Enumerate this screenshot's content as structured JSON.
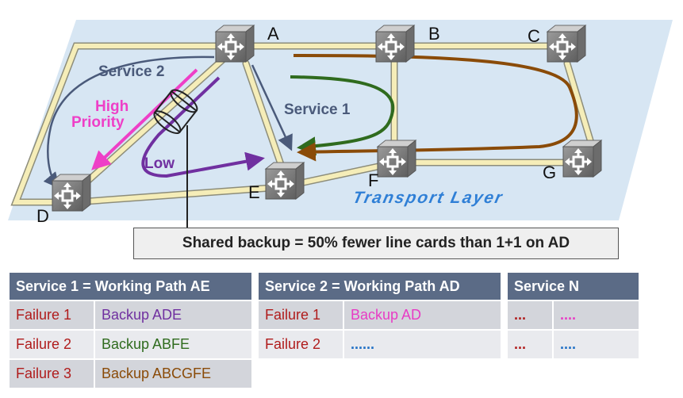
{
  "nodes": {
    "A": "A",
    "B": "B",
    "C": "C",
    "D": "D",
    "E": "E",
    "F": "F",
    "G": "G"
  },
  "layer_label": "Transport Layer",
  "labels": {
    "service2": "Service 2",
    "service1": "Service 1",
    "high_priority_line1": "High",
    "high_priority_line2": "Priority",
    "low": "Low"
  },
  "callout": "Shared backup = 50% fewer line cards than 1+1 on AD",
  "table1": {
    "header": "Service 1 = Working Path AE",
    "rows": [
      {
        "failure": "Failure 1",
        "backup": "Backup ADE"
      },
      {
        "failure": "Failure 2",
        "backup": "Backup ABFE"
      },
      {
        "failure": "Failure 3",
        "backup": "Backup ABCGFE"
      }
    ]
  },
  "table2": {
    "header": "Service 2 = Working Path AD",
    "rows": [
      {
        "failure": "Failure 1",
        "backup": "Backup AD"
      },
      {
        "failure": "Failure 2",
        "backup": "......"
      }
    ]
  },
  "table3": {
    "header": "Service N",
    "rows": [
      {
        "a": "...",
        "b": "...."
      },
      {
        "a": "...",
        "b": "...."
      }
    ]
  },
  "colors": {
    "plane": "#d7e6f3",
    "link": "#f2e7a8",
    "service1_arrow": "#4a5a7a",
    "high": "#ee3fc7",
    "low": "#7030a0",
    "green_path": "#2f6b1e",
    "brown_path": "#8a4b08",
    "table_header": "#5b6b86"
  }
}
